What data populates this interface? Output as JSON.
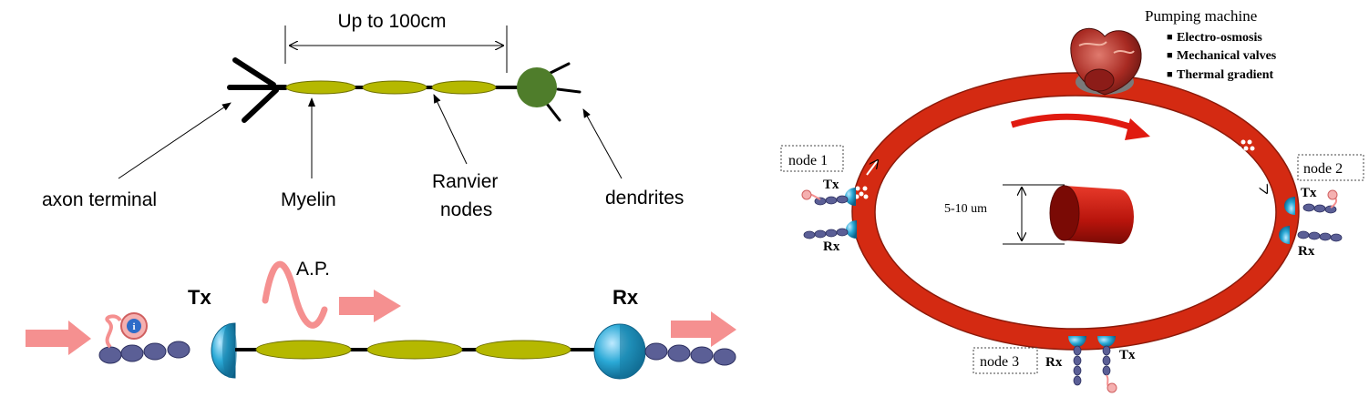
{
  "neuron": {
    "length_label": "Up to 100cm",
    "labels": {
      "axon_terminal": "axon terminal",
      "myelin": "Myelin",
      "ranvier_line1": "Ranvier",
      "ranvier_line2": "nodes",
      "dendrites": "dendrites"
    }
  },
  "axon_link": {
    "tx_label": "Tx",
    "rx_label": "Rx",
    "ap_label": "A.P."
  },
  "vessel_loop": {
    "pump": {
      "title": "Pumping machine",
      "items": [
        "Electro-osmosis",
        "Mechanical valves",
        "Thermal gradient"
      ]
    },
    "diameter_label": "5-10 um",
    "nodes": [
      {
        "label": "node 1",
        "tx": "Tx",
        "rx": "Rx"
      },
      {
        "label": "node 2",
        "tx": "Tx",
        "rx": "Rx"
      },
      {
        "label": "node 3",
        "tx": "Tx",
        "rx": "Rx"
      }
    ]
  },
  "colors": {
    "myelin": "#b5b800",
    "cell_body": "#4f7d2b",
    "vessel": "#d42a12",
    "arrow_pink": "#f59090",
    "transceiver": "#2aa9d6",
    "molecule": "#5b5f96"
  }
}
